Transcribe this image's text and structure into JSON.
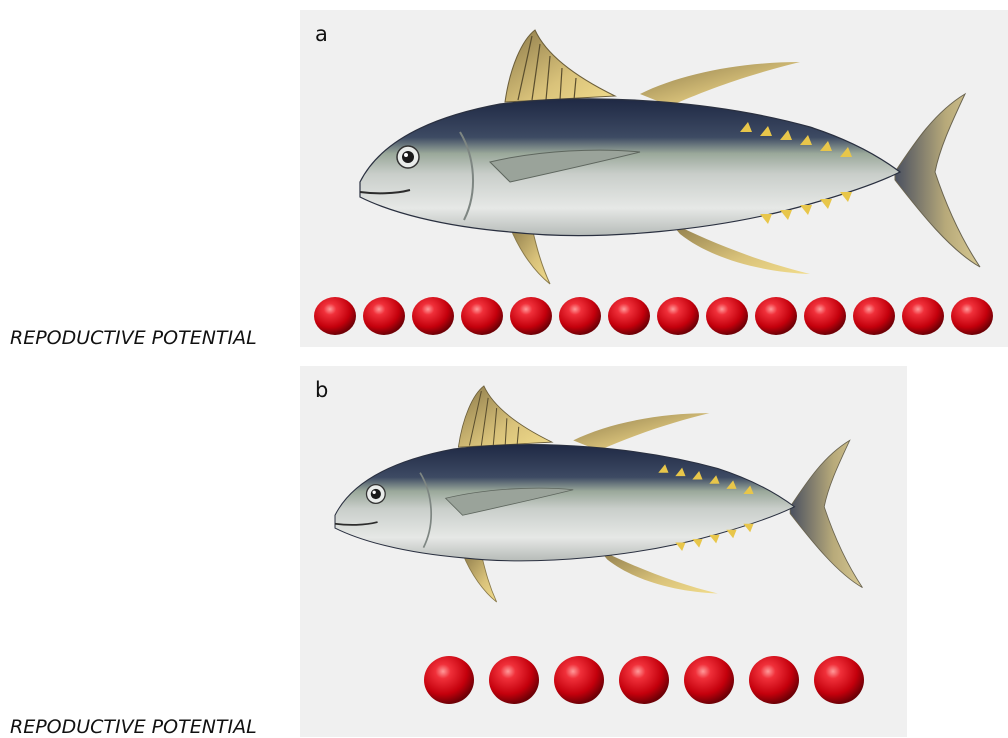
{
  "panels": [
    {
      "letter": "a",
      "eggs": 14,
      "label": "REPODUCTIVE POTENTIAL"
    },
    {
      "letter": "b",
      "eggs": 7,
      "label": "REPODUCTIVE POTENTIAL"
    }
  ],
  "colors": {
    "panel_bg": "#f0f0f0",
    "egg": "#c4000c",
    "fish_back": "#2a3550",
    "fish_belly": "#dfe2e0",
    "fin_yellow": "#d9c27a"
  }
}
